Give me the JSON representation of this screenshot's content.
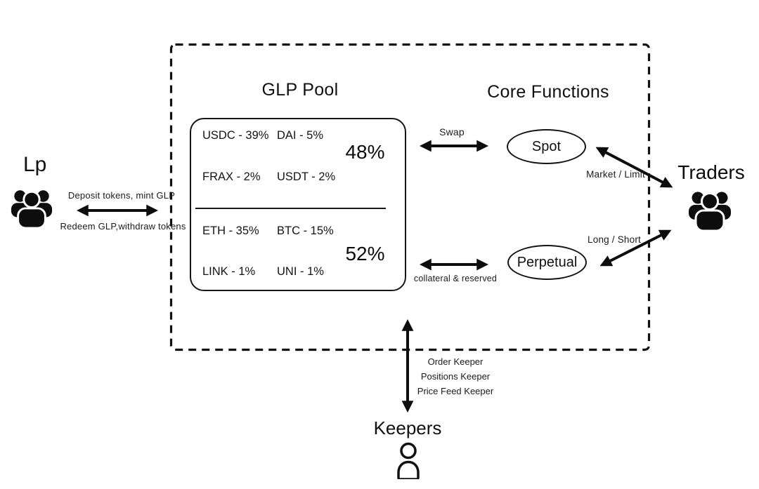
{
  "titles": {
    "core_functions": "Core Functions"
  },
  "pool": {
    "title": "GLP Pool",
    "section_a": {
      "share": "48%",
      "tokens": [
        "USDC - 39%",
        "DAI - 5%",
        "FRAX - 2%",
        "USDT - 2%"
      ]
    },
    "section_b": {
      "share": "52%",
      "tokens": [
        "ETH - 35%",
        "BTC - 15%",
        "LINK - 1%",
        "UNI - 1%"
      ]
    }
  },
  "functions": {
    "spot": "Spot",
    "perpetual": "Perpetual"
  },
  "actors": {
    "lp": "Lp",
    "traders": "Traders",
    "keepers": "Keepers"
  },
  "edges": {
    "deposit": "Deposit tokens, mint GLP",
    "redeem": "Redeem GLP,withdraw tokens",
    "swap": "Swap",
    "market_limit": "Market / Limit",
    "long_short": "Long / Short",
    "collateral": "collateral & reserved",
    "keeper_roles": [
      "Order Keeper",
      "Positions Keeper",
      "Price Feed Keeper"
    ]
  },
  "icons": {
    "lp": "users-group-icon",
    "traders": "users-group-icon",
    "keepers": "person-icon"
  },
  "colors": {
    "ink": "#111111",
    "background": "#ffffff"
  }
}
